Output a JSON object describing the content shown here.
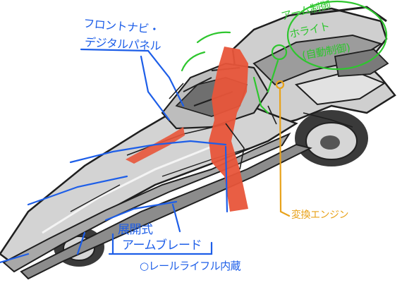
{
  "annotations": {
    "front_nav": "フロントナビ・",
    "digital_panel": "デジタルパネル",
    "arm_note_line1": "アーム制御",
    "arm_note_line2": "ホライト",
    "arm_note_line3": "(自動制御)",
    "engine": "変換エンジン",
    "blade_line1": "展開式",
    "blade_line2": "アームブレード",
    "rail_rifle": "○レールライフル内蔵"
  },
  "colors": {
    "blue_ink": "#1d5ee8",
    "green_ink": "#2ec62e",
    "orange_ink": "#e8a21a",
    "red_figure": "#e8553a",
    "body_gray": "#c9c9c9",
    "line_dark": "#1f1f1f",
    "background": "#ffffff"
  }
}
